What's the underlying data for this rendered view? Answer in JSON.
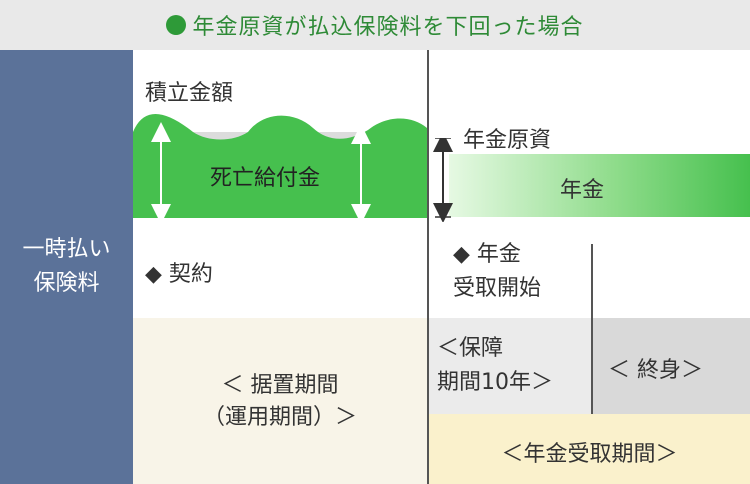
{
  "header": {
    "title": "年金原資が払込保険料を下回った場合",
    "accent": "#2e9a38"
  },
  "sidebar": {
    "line1": "一時払い",
    "line2": "保険料"
  },
  "left": {
    "accumulated_label": "積立金額",
    "death_benefit_label": "死亡給付金",
    "contract_label": "◆ 契約",
    "deferral_line1": "＜ 据置期間",
    "deferral_line2": "（運用期間）＞"
  },
  "right": {
    "principal_label": "年金原資",
    "pension_label": "年金",
    "start_line1": "◆ 年金",
    "start_line2": "受取開始",
    "guarantee_line1": "＜保障",
    "guarantee_line2": "期間10年＞",
    "lifetime_label": "＜ 終身＞",
    "receipt_period_label": "＜年金受取期間＞"
  },
  "colors": {
    "green": "#46c04e",
    "sidebar": "#5b7299",
    "beige": "#f8f4e8",
    "guarantee_gray": "#ebebeb",
    "lifetime_gray": "#d9d9d9",
    "receipt_yellow": "#faf1cc"
  }
}
